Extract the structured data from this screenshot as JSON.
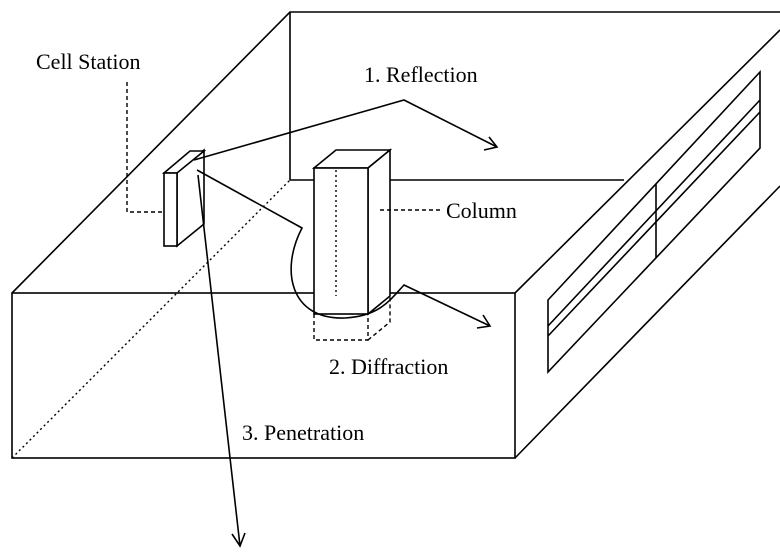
{
  "diagram": {
    "labels": {
      "cell_station": "Cell Station",
      "reflection": "1. Reflection",
      "column": "Column",
      "diffraction": "2. Diffraction",
      "penetration": "3. Penetration"
    },
    "colors": {
      "line": "#000000",
      "background": "#ffffff"
    }
  }
}
